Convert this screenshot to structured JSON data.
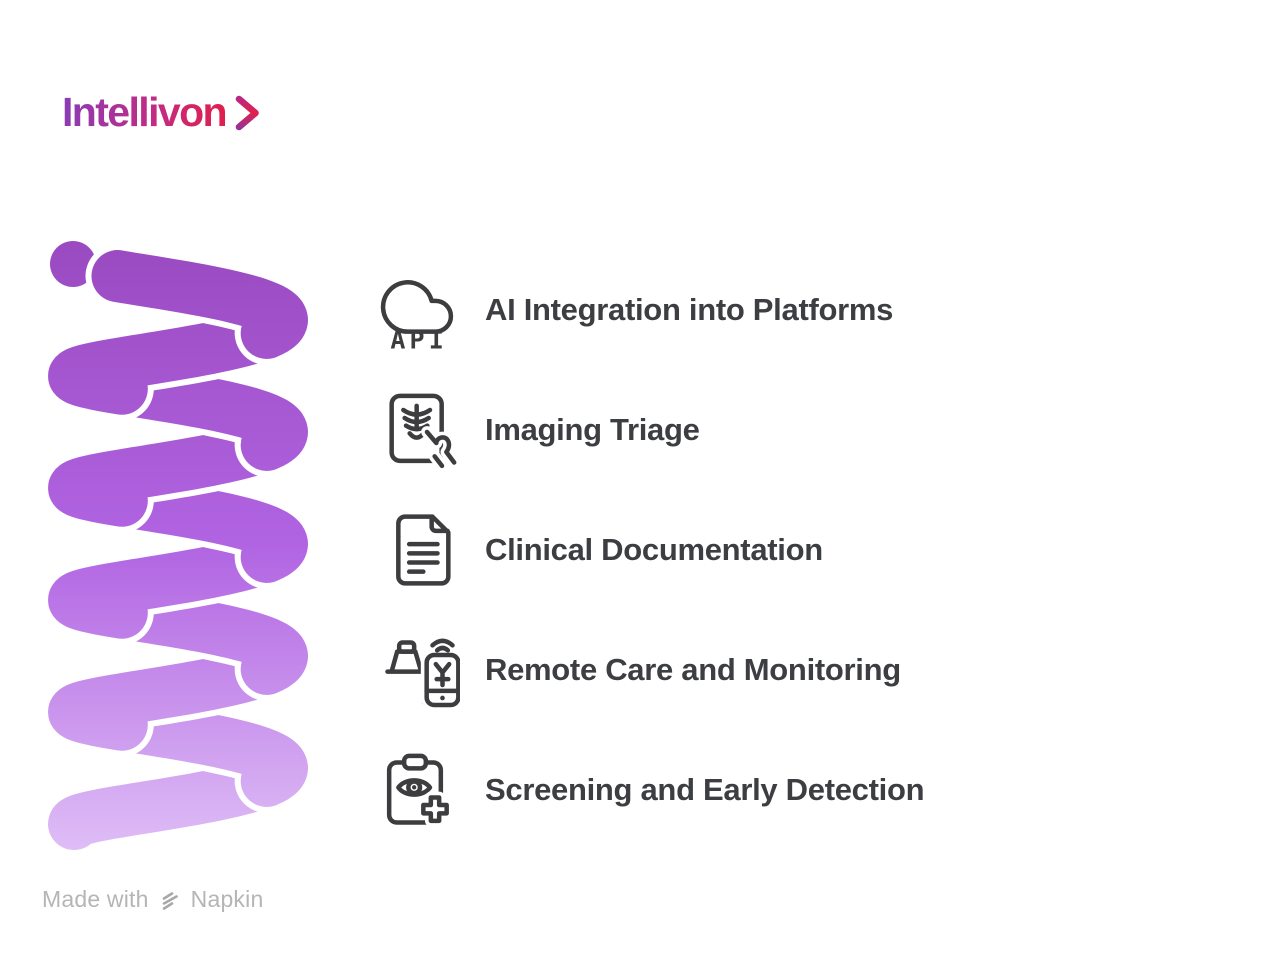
{
  "logo": {
    "text": "Intellivon"
  },
  "items": [
    {
      "label": "AI Integration into Platforms",
      "icon": "cloud-api-icon"
    },
    {
      "label": "Imaging Triage",
      "icon": "imaging-triage-icon"
    },
    {
      "label": "Clinical Documentation",
      "icon": "clinical-document-icon"
    },
    {
      "label": "Remote Care and Monitoring",
      "icon": "remote-monitoring-icon"
    },
    {
      "label": "Screening and Early Detection",
      "icon": "screening-detection-icon"
    }
  ],
  "icons": {
    "api_text": "API"
  },
  "footer": {
    "prefix": "Made with",
    "brand": "Napkin"
  },
  "colors": {
    "spiral_gradient": [
      "#9a4ac0",
      "#b164e2",
      "#debdf6"
    ],
    "logo_gradient": [
      "#8a3cb5",
      "#c22b86",
      "#e01f4c"
    ],
    "chevron_gradient": [
      "#b02b8d",
      "#e2204c",
      "#8536a8"
    ],
    "icon_stroke": "#3d3d40",
    "label_text": "#3c3e41",
    "footer_text": "#b5b5b5",
    "background": "#ffffff"
  }
}
